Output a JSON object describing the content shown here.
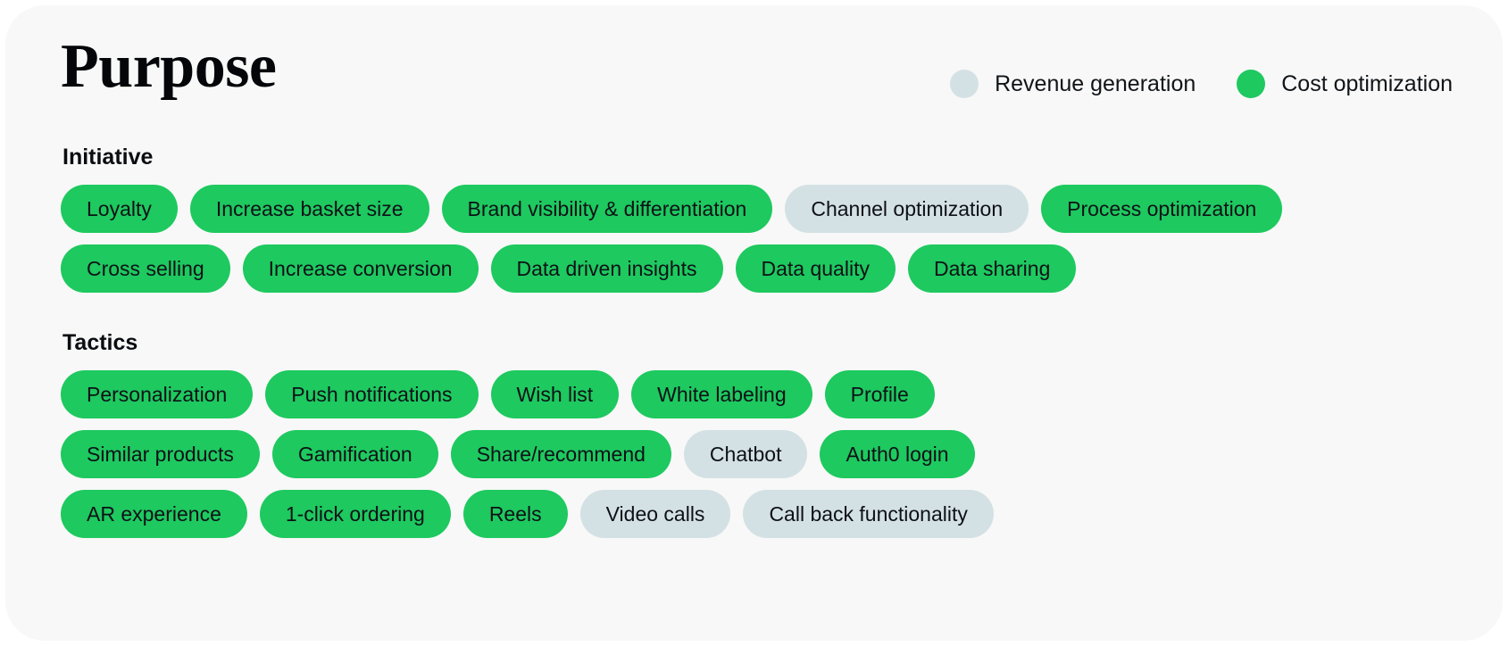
{
  "header": {
    "title": "Purpose",
    "legend": [
      {
        "label": "Revenue generation",
        "color": "#d4e1e4",
        "key": "rev"
      },
      {
        "label": "Cost optimization",
        "color": "#1ec95f",
        "key": "cost"
      }
    ]
  },
  "sections": [
    {
      "id": "initiative",
      "title": "Initiative",
      "rows": [
        [
          {
            "label": "Loyalty",
            "category": "cost"
          },
          {
            "label": "Increase basket size",
            "category": "cost"
          },
          {
            "label": "Brand visibility & differentiation",
            "category": "cost"
          },
          {
            "label": "Channel optimization",
            "category": "rev"
          },
          {
            "label": "Process optimization",
            "category": "cost"
          }
        ],
        [
          {
            "label": "Cross selling",
            "category": "cost"
          },
          {
            "label": "Increase conversion",
            "category": "cost"
          },
          {
            "label": "Data driven insights",
            "category": "cost"
          },
          {
            "label": "Data quality",
            "category": "cost"
          },
          {
            "label": "Data sharing",
            "category": "cost"
          }
        ]
      ]
    },
    {
      "id": "tactics",
      "title": "Tactics",
      "rows": [
        [
          {
            "label": "Personalization",
            "category": "cost"
          },
          {
            "label": "Push notifications",
            "category": "cost"
          },
          {
            "label": "Wish list",
            "category": "cost"
          },
          {
            "label": "White labeling",
            "category": "cost"
          },
          {
            "label": "Profile",
            "category": "cost"
          }
        ],
        [
          {
            "label": "Similar products",
            "category": "cost"
          },
          {
            "label": "Gamification",
            "category": "cost"
          },
          {
            "label": "Share/recommend",
            "category": "cost"
          },
          {
            "label": "Chatbot",
            "category": "rev"
          },
          {
            "label": "Auth0 login",
            "category": "cost"
          }
        ],
        [
          {
            "label": "AR experience",
            "category": "cost"
          },
          {
            "label": "1-click ordering",
            "category": "cost"
          },
          {
            "label": "Reels",
            "category": "cost"
          },
          {
            "label": "Video calls",
            "category": "rev"
          },
          {
            "label": "Call back functionality",
            "category": "rev"
          }
        ]
      ]
    }
  ]
}
